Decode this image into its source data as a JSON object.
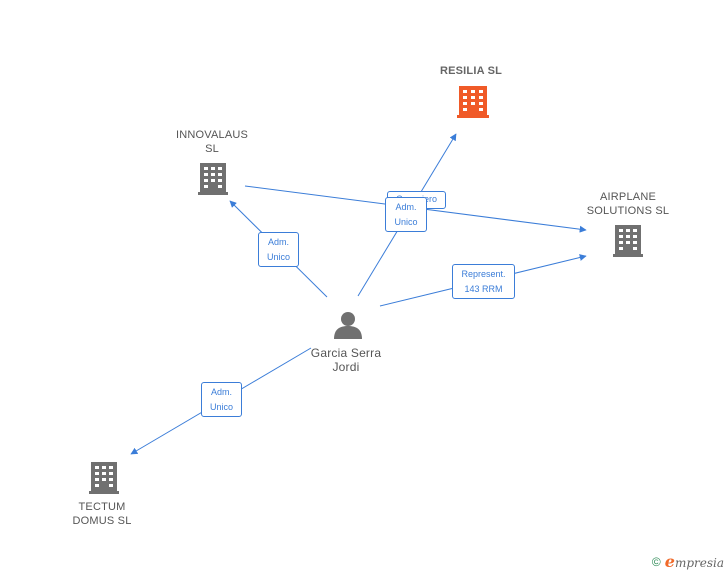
{
  "colors": {
    "edge": "#3b7dd8",
    "building_main": "#f05a28",
    "building": "#707070",
    "person": "#707070"
  },
  "nodes": {
    "resilia": {
      "label": "RESILIA  SL",
      "icon": "building-icon",
      "highlight": true
    },
    "innovalaus": {
      "label": "INNOVALAUS\nSL",
      "icon": "building-icon"
    },
    "airplane": {
      "label": "AIRPLANE\nSOLUTIONS  SL",
      "icon": "building-icon"
    },
    "tectum": {
      "label": "TECTUM\nDOMUS  SL",
      "icon": "building-icon"
    },
    "person": {
      "label": "Garcia Serra\nJordi",
      "icon": "person-icon"
    }
  },
  "edges": {
    "to_innovalaus": "Adm.\nUnico",
    "to_resilia": "Adm.\nUnico",
    "innovalaus_airplane": "Consejero",
    "to_airplane": "Represent.\n143 RRM",
    "to_tectum": "Adm.\nUnico"
  },
  "footer": {
    "copyright": "©",
    "brand_initial": "e",
    "brand_rest": "mpresia"
  }
}
